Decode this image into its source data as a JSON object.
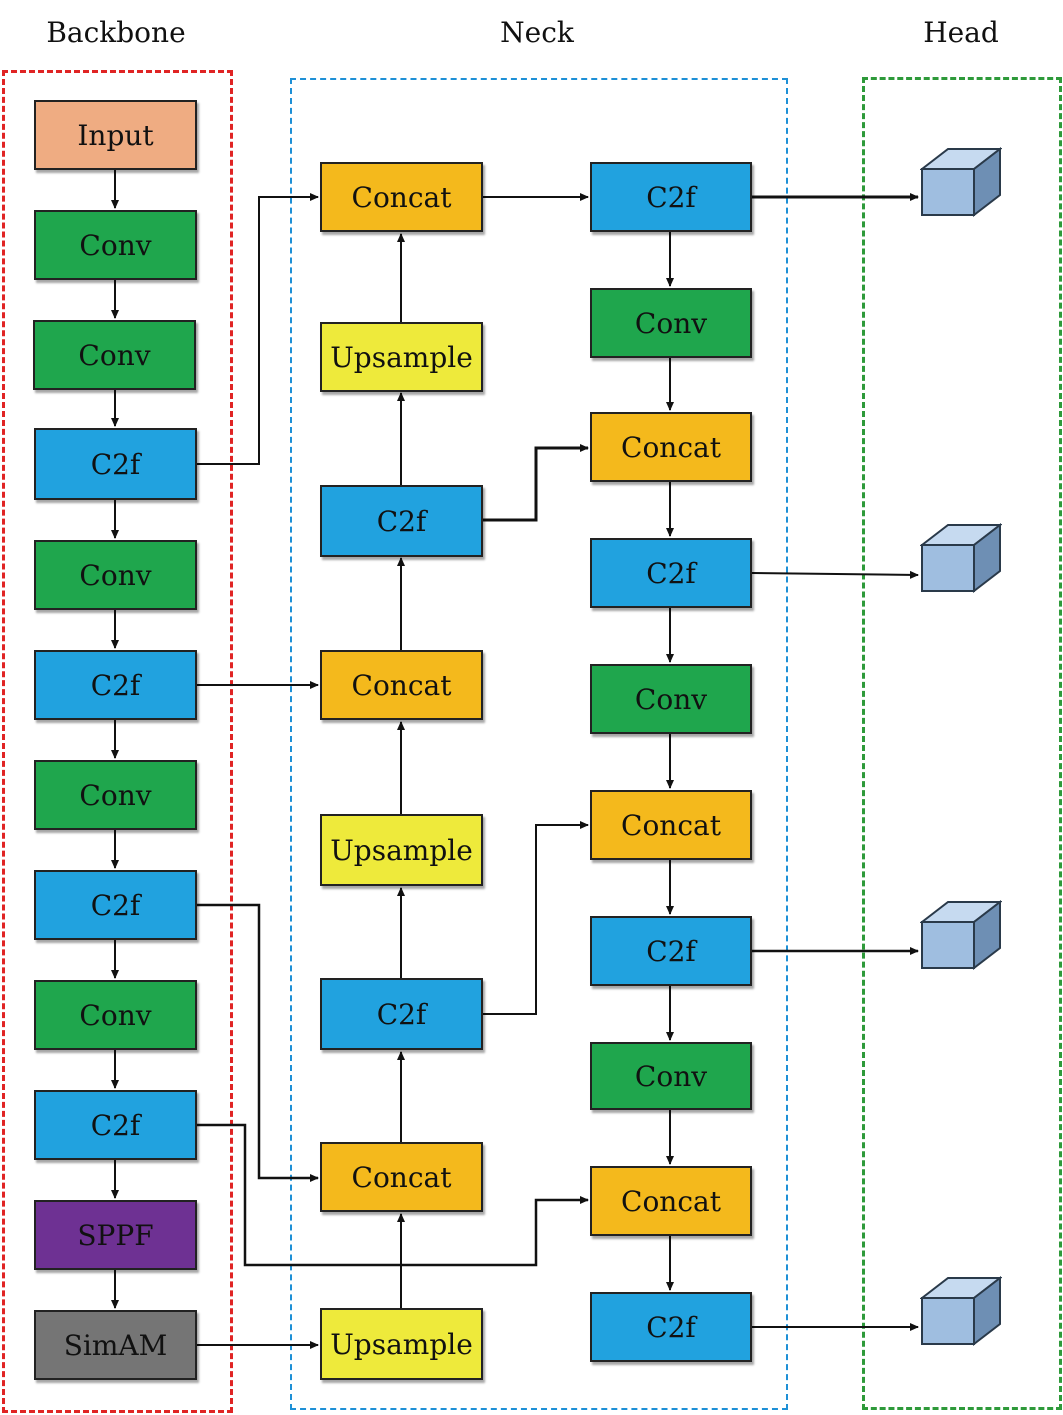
{
  "sections": {
    "backbone": "Backbone",
    "neck": "Neck",
    "head": "Head"
  },
  "colors": {
    "input": "#EFAC82",
    "conv": "#1FA64D",
    "c2f": "#21A2DF",
    "concat": "#F4B91C",
    "upsample": "#EEEA3B",
    "sppf": "#6E3193",
    "simam": "#757575",
    "backbone_border": "#E02424",
    "neck_border": "#1E90D6",
    "head_border": "#2E9A3A",
    "head_cube": "#9FBEE0"
  },
  "backbone": {
    "input": "Input",
    "conv1": "Conv",
    "conv2": "Conv",
    "c2f1": "C2f",
    "conv3": "Conv",
    "c2f2": "C2f",
    "conv4": "Conv",
    "c2f3": "C2f",
    "conv5": "Conv",
    "c2f4": "C2f",
    "sppf": "SPPF",
    "simam": "SimAM"
  },
  "neck_left": {
    "concat1": "Concat",
    "upsample1": "Upsample",
    "c2f1": "C2f",
    "concat2": "Concat",
    "upsample2": "Upsample",
    "c2f2": "C2f",
    "concat3": "Concat",
    "upsample3": "Upsample"
  },
  "neck_right": {
    "c2f1": "C2f",
    "conv1": "Conv",
    "concat1": "Concat",
    "c2f2": "C2f",
    "conv2": "Conv",
    "concat2": "Concat",
    "c2f3": "C2f",
    "conv3": "Conv",
    "concat3": "Concat",
    "c2f4": "C2f"
  },
  "head_outputs": [
    "detect-head-icon",
    "detect-head-icon",
    "detect-head-icon",
    "detect-head-icon"
  ]
}
